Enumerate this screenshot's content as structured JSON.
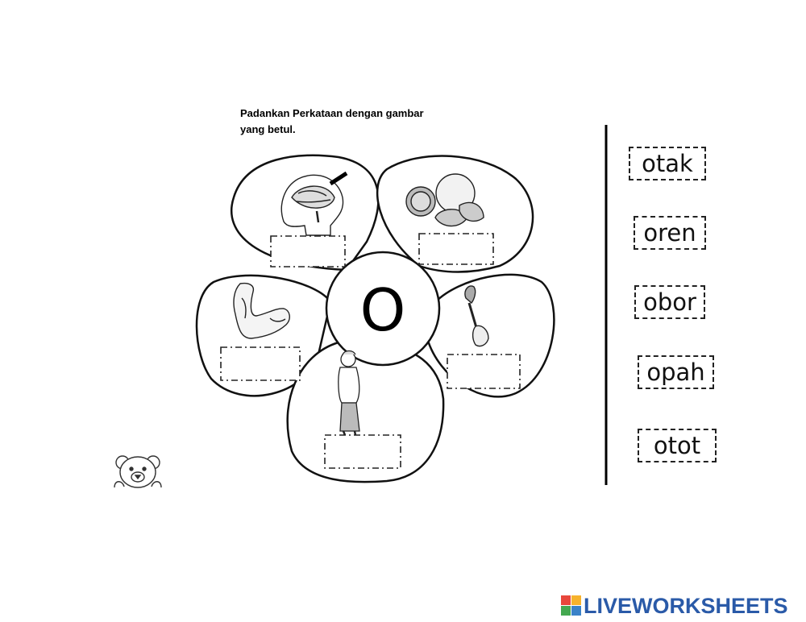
{
  "worksheet": {
    "instruction_line1": "Padankan Perkataan dengan gambar",
    "instruction_line2": "yang betul.",
    "center_letter": "O",
    "pictures": [
      {
        "name": "brain-image",
        "icon": "brain-head-icon"
      },
      {
        "name": "orange-image",
        "icon": "orange-fruit-icon"
      },
      {
        "name": "arm-image",
        "icon": "flexed-arm-icon"
      },
      {
        "name": "torch-image",
        "icon": "torch-icon"
      },
      {
        "name": "grandmother-image",
        "icon": "old-woman-icon"
      }
    ],
    "words": [
      "otak",
      "oren",
      "obor",
      "opah",
      "otot"
    ]
  },
  "branding": {
    "logo_text": "LIVEWORKSHEETS",
    "logo_color": "#2a5aa8"
  }
}
